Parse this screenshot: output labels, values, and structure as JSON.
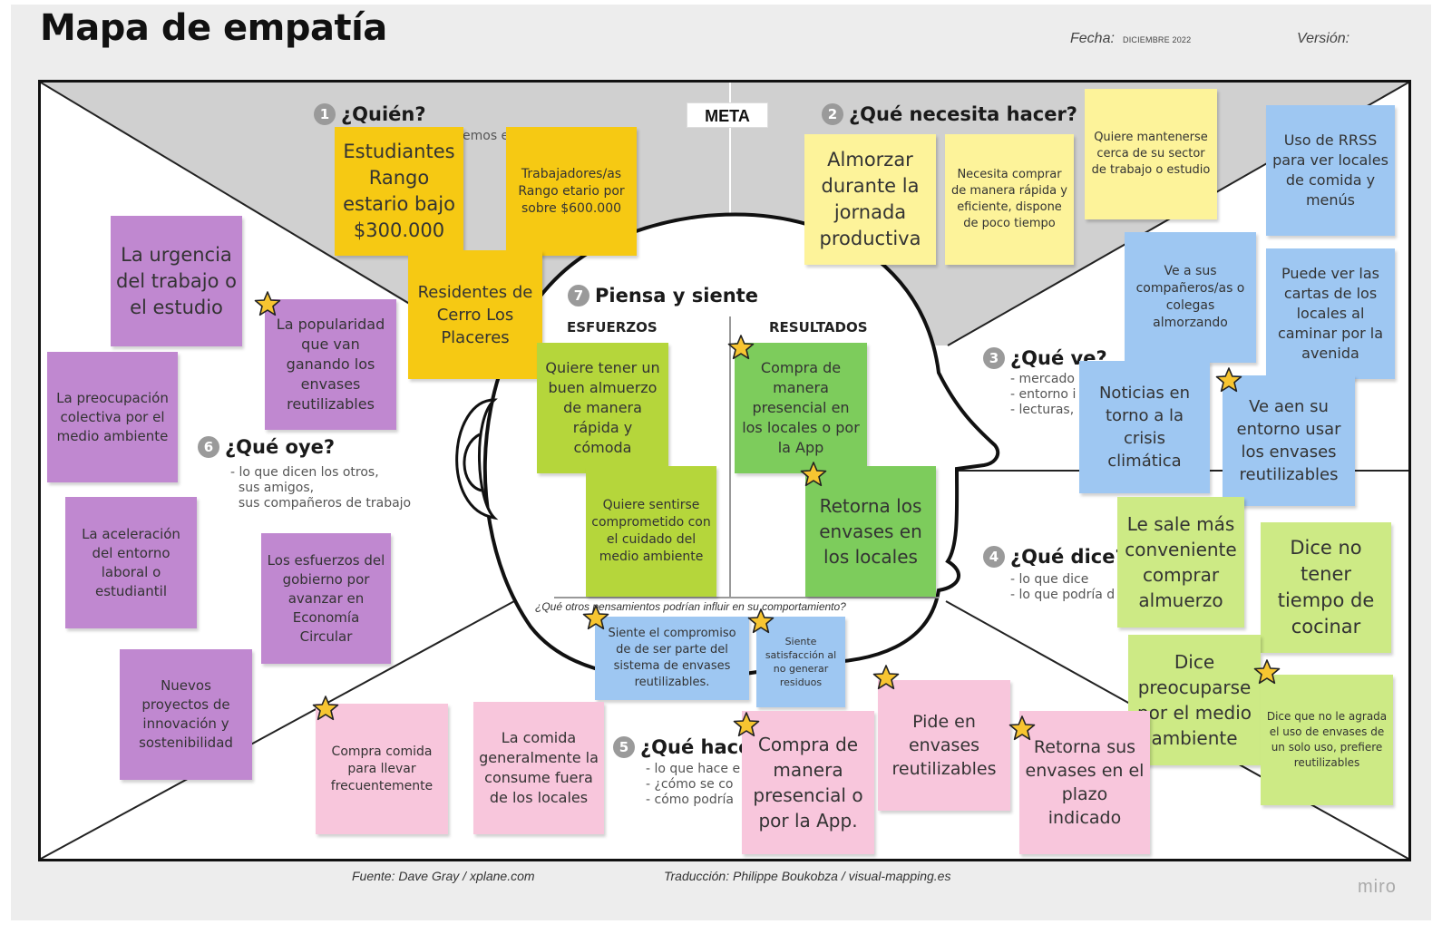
{
  "title": "Mapa de empatía",
  "header": {
    "fecha_label": "Fecha:",
    "fecha_value": "DICIEMBRE 2022",
    "version_label": "Versión:"
  },
  "meta_label": "META",
  "sections": {
    "quien": {
      "num": "1",
      "title": "¿Quién?",
      "hint": "emos e"
    },
    "necesita": {
      "num": "2",
      "title": "¿Qué necesita hacer?",
      "hint": ""
    },
    "ve": {
      "num": "3",
      "title": "¿Qué ve?",
      "hint": "- mercado\n- entorno i\n- lecturas,"
    },
    "dice": {
      "num": "4",
      "title": "¿Qué dice?",
      "hint": "- lo que dice\n- lo que podría d"
    },
    "hace": {
      "num": "5",
      "title": "¿Qué hace",
      "hint": "- lo que hace e\n- ¿cómo se co\n- cómo podría"
    },
    "oye": {
      "num": "6",
      "title": "¿Qué oye?",
      "hint": "- lo que dicen los otros,\n  sus amigos,\n  sus compañeros de trabajo"
    },
    "piensa": {
      "num": "7",
      "title": "Piensa y siente",
      "esfuerzos": "ESFUERZOS",
      "resultados": "RESULTADOS"
    }
  },
  "question": "¿Qué otros pensamientos podrían influir en su comportamiento?",
  "notes": [
    {
      "text": "Estudiantes Rango estario bajo $300.000",
      "color": "#f6c913"
    },
    {
      "text": "Trabajadores/as Rango etario por sobre $600.000",
      "color": "#f6c913"
    },
    {
      "text": "Residentes de Cerro Los Placeres",
      "color": "#f6c913"
    },
    {
      "text": "Almorzar durante la jornada productiva",
      "color": "#fdf39a"
    },
    {
      "text": "Necesita comprar de manera rápida y eficiente, dispone de poco tiempo",
      "color": "#fdf39a"
    },
    {
      "text": "Quiere mantenerse cerca de su sector de trabajo o estudio",
      "color": "#fdf39a"
    },
    {
      "text": "Uso de RRSS para ver locales de comida y menús",
      "color": "#9ec7f2"
    },
    {
      "text": "Ve a sus compañeros/as o colegas almorzando",
      "color": "#9ec7f2"
    },
    {
      "text": "Puede ver las cartas de los locales al caminar por la avenida",
      "color": "#9ec7f2"
    },
    {
      "text": "Noticias en torno a la crisis climática",
      "color": "#9ec7f2"
    },
    {
      "text": "Ve aen su entorno usar los envases reutilizables",
      "color": "#9ec7f2"
    },
    {
      "text": "Le sale más conveniente comprar almuerzo",
      "color": "#cdea85"
    },
    {
      "text": "Dice no tener tiempo de cocinar",
      "color": "#cdea85"
    },
    {
      "text": "Dice preocuparse por el medio ambiente",
      "color": "#cdea85"
    },
    {
      "text": "Dice que no le agrada el uso de envases de un solo uso, prefiere reutilizables",
      "color": "#cdea85"
    },
    {
      "text": "La urgencia del trabajo o el estudio",
      "color": "#c088d0"
    },
    {
      "text": "La popularidad que van ganando los envases reutilizables",
      "color": "#c088d0"
    },
    {
      "text": "La preocupación colectiva por el medio ambiente",
      "color": "#c088d0"
    },
    {
      "text": "La aceleración del entorno laboral o estudiantil",
      "color": "#c088d0"
    },
    {
      "text": "Los esfuerzos del gobierno por avanzar en Economía Circular",
      "color": "#c088d0"
    },
    {
      "text": "Nuevos proyectos de innovación y sostenibilidad",
      "color": "#c088d0"
    },
    {
      "text": "Quiere tener un buen almuerzo de manera rápida y cómoda",
      "color": "#b5d63b"
    },
    {
      "text": "Quiere sentirse comprometido con el cuidado del medio ambiente",
      "color": "#b5d63b"
    },
    {
      "text": "Compra de manera presencial en los locales o por la App",
      "color": "#7dcc5c"
    },
    {
      "text": "Retorna los envases en los locales",
      "color": "#7dcc5c"
    },
    {
      "text": "Siente el compromiso de de ser parte del sistema de envases reutilizables.",
      "color": "#9ec7f2"
    },
    {
      "text": "Siente satisfacción al no generar residuos",
      "color": "#9ec7f2"
    },
    {
      "text": "Compra comida para llevar frecuentemente",
      "color": "#f8c6dc"
    },
    {
      "text": "La comida generalmente la consume fuera de los locales",
      "color": "#f8c6dc"
    },
    {
      "text": "Compra de manera presencial o por la App.",
      "color": "#f8c6dc"
    },
    {
      "text": "Pide en envases reutilizables",
      "color": "#f8c6dc"
    },
    {
      "text": "Retorna sus envases en el plazo indicado",
      "color": "#f8c6dc"
    }
  ],
  "footer": {
    "source": "Fuente: Dave Gray / xplane.com",
    "translation": "Traducción: Philippe Boukobza / visual-mapping.es"
  },
  "brand": "miro",
  "colors": {
    "star_fill": "#f7c531",
    "star_stroke": "#222222"
  }
}
